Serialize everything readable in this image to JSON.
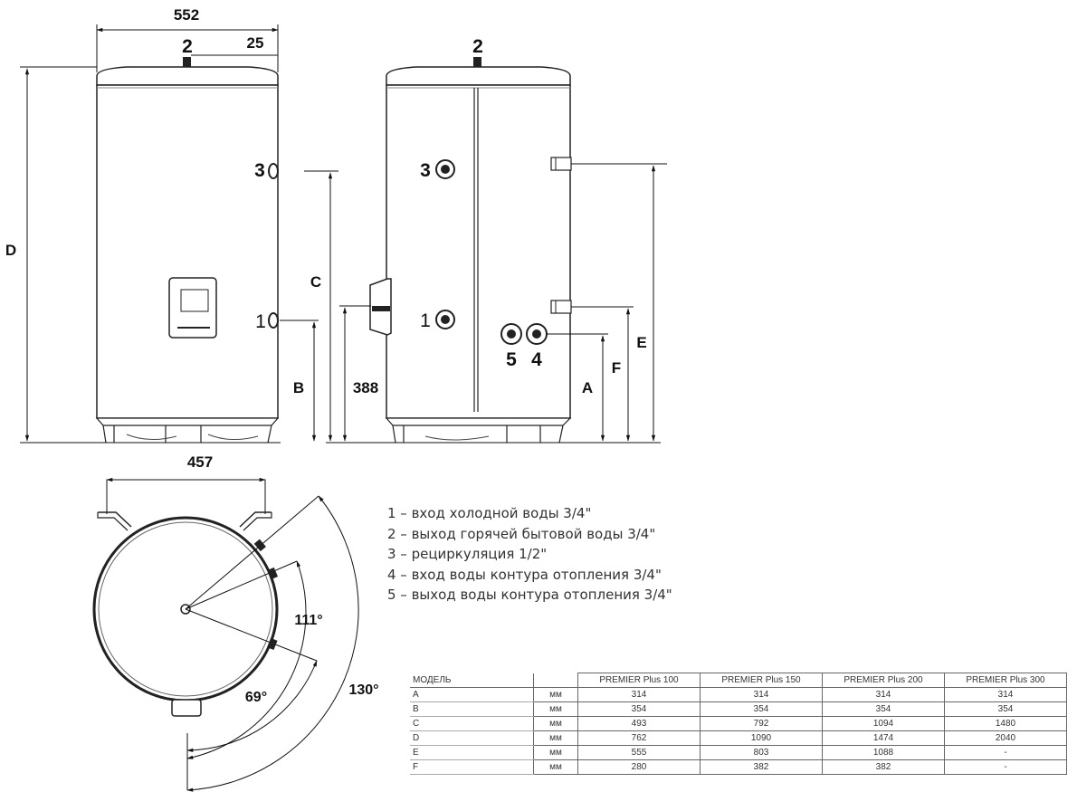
{
  "dimensions": {
    "width_top": "552",
    "offset_top": "25",
    "height_total": "D",
    "recirc_height": "C",
    "cold_height": "B",
    "panel_height": "388",
    "connection_height_a": "A",
    "connection_height_f": "F",
    "connection_height_e": "E",
    "feet_width": "457",
    "angle_111": "111°",
    "angle_69": "69°",
    "angle_130": "130°"
  },
  "port_labels": {
    "p1": "1",
    "p2": "2",
    "p3": "3",
    "p4": "4",
    "p5": "5"
  },
  "legend": [
    "1 – вход холодной воды 3/4\"",
    "2 – выход горячей бытовой воды 3/4\"",
    "3 – рециркуляция 1/2\"",
    "4 – вход воды контура отопления 3/4\"",
    "5 – выход воды контура отопления 3/4\""
  ],
  "table": {
    "header": [
      "МОДЕЛЬ",
      "",
      "PREMIER Plus 100",
      "PREMIER Plus 150",
      "PREMIER Plus 200",
      "PREMIER Plus 300"
    ],
    "rows": [
      [
        "A",
        "мм",
        "314",
        "314",
        "314",
        "314"
      ],
      [
        "B",
        "мм",
        "354",
        "354",
        "354",
        "354"
      ],
      [
        "C",
        "мм",
        "493",
        "792",
        "1094",
        "1480"
      ],
      [
        "D",
        "мм",
        "762",
        "1090",
        "1474",
        "2040"
      ],
      [
        "E",
        "мм",
        "555",
        "803",
        "1088",
        "-"
      ],
      [
        "F",
        "мм",
        "280",
        "382",
        "382",
        "-"
      ]
    ]
  }
}
